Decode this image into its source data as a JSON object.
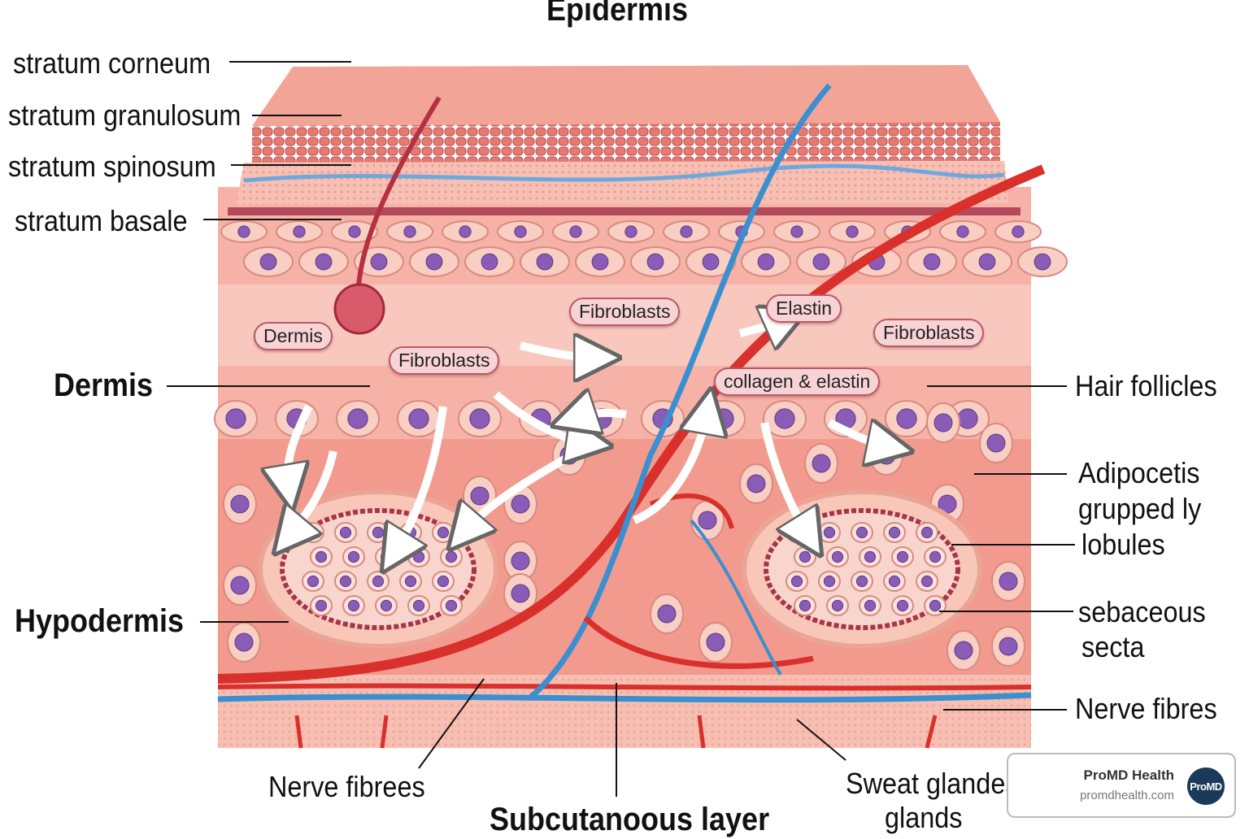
{
  "title": "Epidermis",
  "left_labels": {
    "stratum_corneum": "stratum corneum",
    "stratum_granulosum": "stratum granulosum",
    "stratum_spinosum": "stratum spinosum",
    "stratum_basale": "stratum basale",
    "dermis": "Dermis",
    "hypodermis": "Hypodermis"
  },
  "right_labels": {
    "hair_follicles": "Hair follicles",
    "adipocetis_line1": "Adipocetis",
    "adipocetis_line2": "grupped ly",
    "adipocetis_line3": "lobules",
    "sebaceous_line1": "sebaceous",
    "sebaceous_line2": "secta",
    "nerve_fibres": "Nerve fibres"
  },
  "bottom_labels": {
    "nerve_fibrees": "Nerve fibrees",
    "subcutanoous_layer": "Subcutanoous layer",
    "sweat_line1": "Sweat glandes",
    "sweat_line2": "glands"
  },
  "inner_labels": {
    "dermis": "Dermis",
    "fibroblasts_left": "Fibroblasts",
    "fibroblasts_center": "Fibroblasts",
    "elastin": "Elastin",
    "fibroblasts_right": "Fibroblasts",
    "collagen_elastin": "collagen & elastin"
  },
  "watermark": {
    "name": "ProMD Health",
    "url": "promdhealth.com",
    "logo_text": "ProMD"
  },
  "colors": {
    "skin": "#f4a99f",
    "corneum": "#f2a596",
    "granulosum": "#e06a66",
    "artery": "#d9302c",
    "vein": "#3a8fd0",
    "nucleus": "#8a5cb8"
  }
}
